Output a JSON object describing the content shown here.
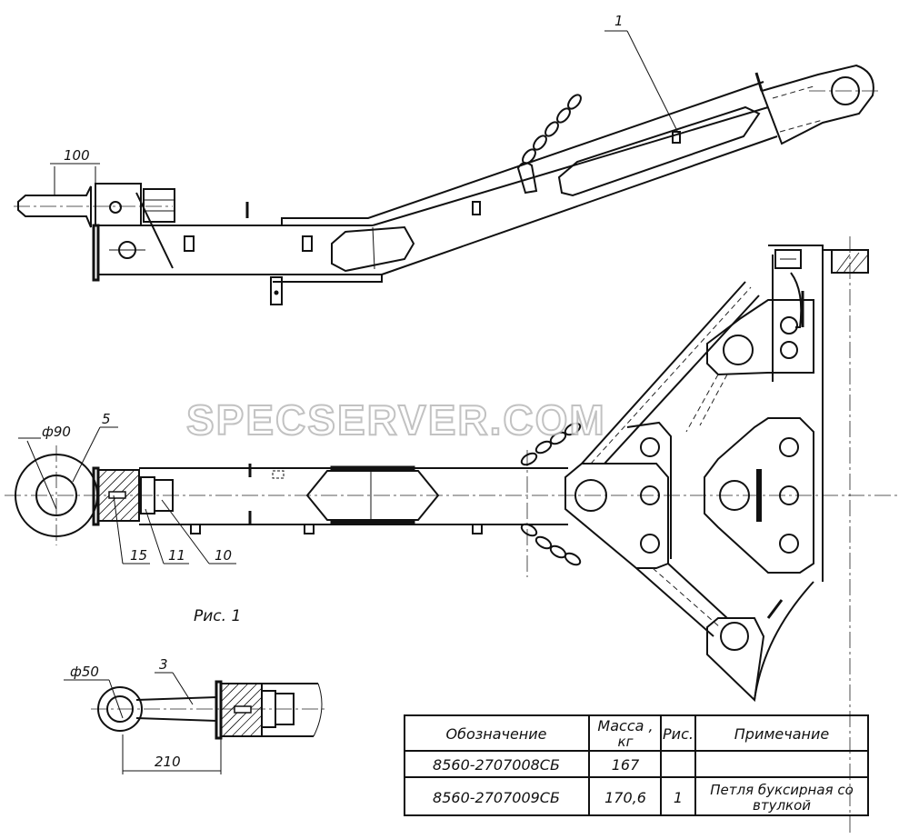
{
  "callouts": {
    "top_dim": "100",
    "pos_1": "1",
    "dia_90": "ф90",
    "pos_5": "5",
    "pos_15": "15",
    "pos_11": "11",
    "pos_10": "10",
    "fig_caption": "Рис. 1",
    "dia_50": "ф50",
    "pos_3": "3",
    "dim_210": "210"
  },
  "watermark": "SPECSERVER.COM",
  "spec_table": {
    "headers": {
      "designation": "Обозначение",
      "mass_line1": "Масса ,",
      "mass_line2": "кг",
      "fig": "Рис.",
      "note": "Примечание"
    },
    "rows": [
      {
        "designation": "8560-2707008СБ",
        "mass": "167",
        "fig": "",
        "note_line1": "",
        "note_line2": ""
      },
      {
        "designation": "8560-2707009СБ",
        "mass": "170,6",
        "fig": "1",
        "note_line1": "Петля буксирная со",
        "note_line2": "втулкой"
      }
    ]
  }
}
